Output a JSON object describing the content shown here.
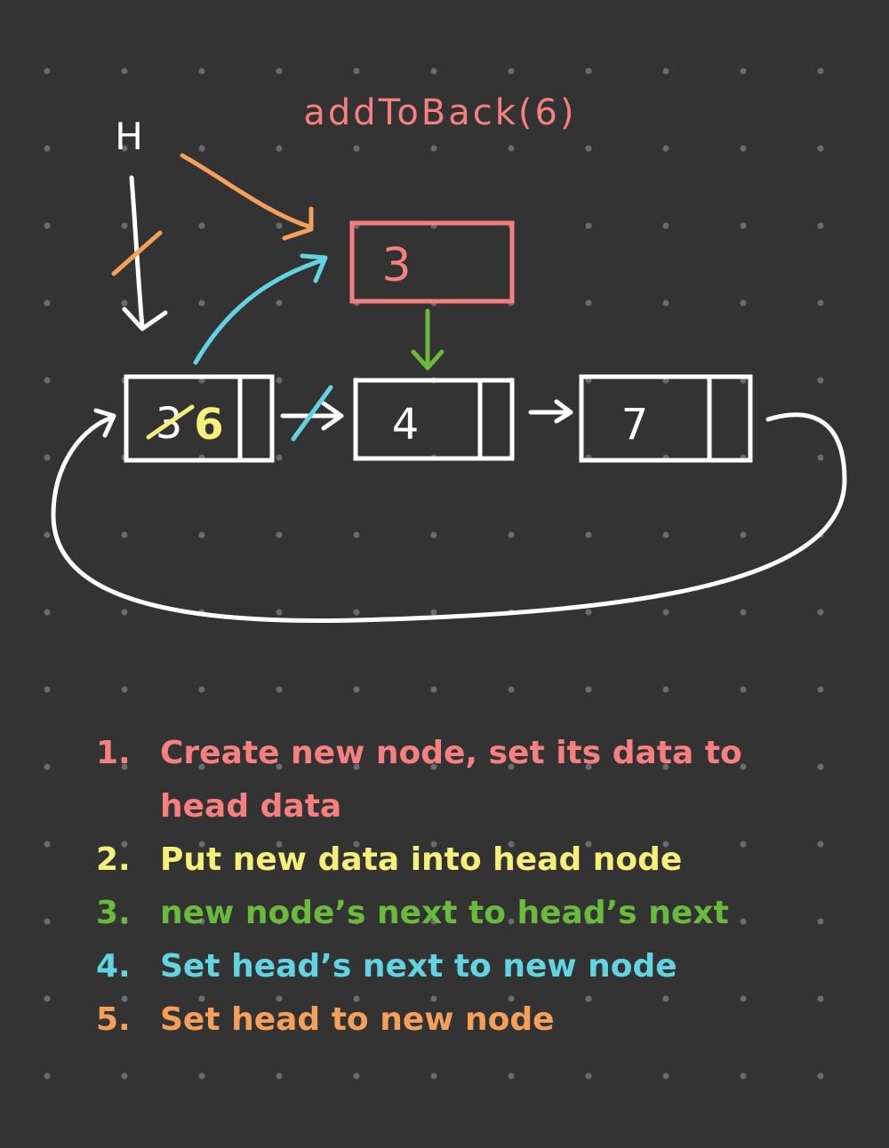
{
  "title": "addToBack(6)",
  "head_label": "H",
  "new_node": {
    "value": "3"
  },
  "nodes": [
    {
      "old_value": "3",
      "new_value": "6"
    },
    {
      "value": "4"
    },
    {
      "value": "7"
    }
  ],
  "colors": {
    "background": "#333333",
    "dots": "#6b6b6b",
    "white": "#ffffff",
    "red": "#f67f80",
    "yellow": "#f6ef7a",
    "green": "#6abb3c",
    "cyan": "#62d3e1",
    "orange": "#f5a05a"
  },
  "steps": [
    {
      "num": "1.",
      "text": "Create new node, set its data to head data",
      "color": "#f67f80"
    },
    {
      "num": "2.",
      "text": "Put new data into head node",
      "color": "#f6ef7a"
    },
    {
      "num": "3.",
      "text": "new node’s next to head’s next",
      "color": "#6abb3c"
    },
    {
      "num": "4.",
      "text": "Set head’s next to new node",
      "color": "#62d3e1"
    },
    {
      "num": "5.",
      "text": "Set head to new node",
      "color": "#f5a05a"
    }
  ]
}
